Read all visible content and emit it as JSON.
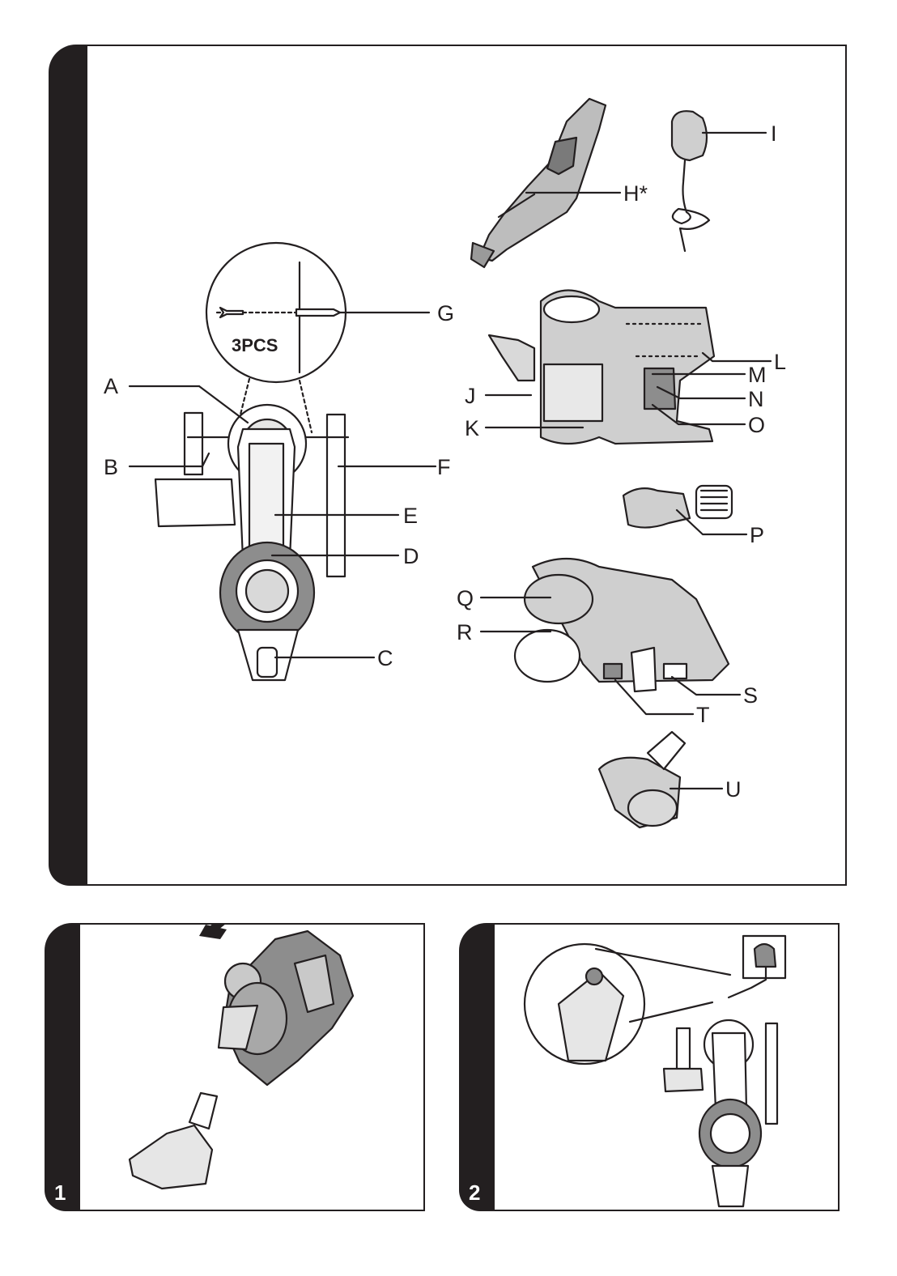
{
  "main_panel": {
    "labels": {
      "A": "A",
      "B": "B",
      "C": "C",
      "D": "D",
      "E": "E",
      "F": "F",
      "G": "G",
      "H": "H*",
      "I": "I",
      "J": "J",
      "K": "K",
      "L": "L",
      "M": "M",
      "N": "N",
      "O": "O",
      "P": "P",
      "Q": "Q",
      "R": "R",
      "S": "S",
      "T": "T",
      "U": "U"
    },
    "screws_note": "3PCS"
  },
  "step1": {
    "number": "1"
  },
  "step2": {
    "number": "2"
  },
  "colors": {
    "ink": "#231f20",
    "grey_fill": "#8d8d8d",
    "light_fill": "#c9c9c9"
  }
}
